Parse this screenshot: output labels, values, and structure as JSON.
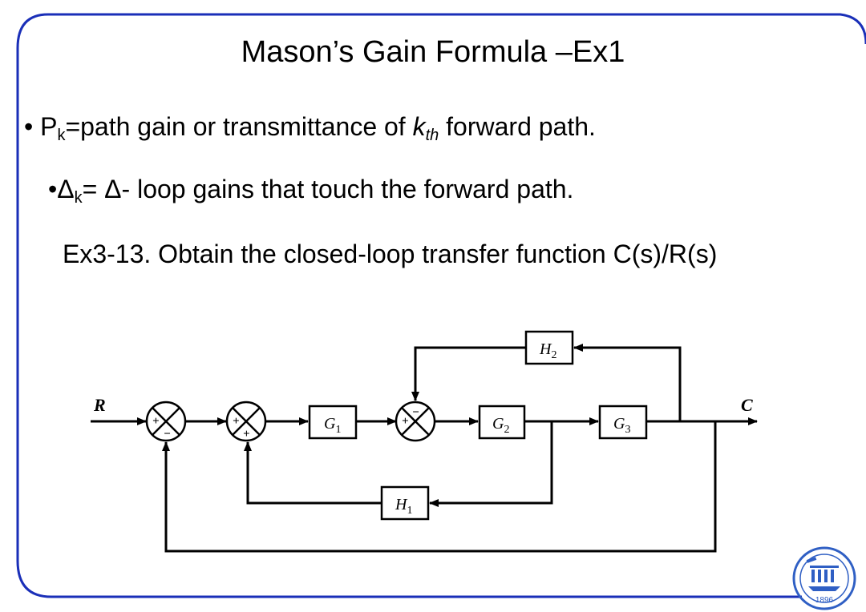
{
  "slide": {
    "title": "Mason’s Gain Formula –Ex1",
    "bullets": [
      {
        "marker": "•",
        "symbol": "P",
        "sub": "k",
        "text_before": "=path gain or transmittance of ",
        "italic": "k",
        "italic_sub": "th",
        "text_after": " forward path."
      },
      {
        "marker": "•",
        "symbol": "Δ",
        "sub": "k",
        "text": "= Δ- loop gains that touch the forward path."
      }
    ],
    "problem_text": "Ex3-13. Obtain the closed-loop transfer function C(s)/R(s)"
  },
  "diagram": {
    "input_label": "R",
    "output_label": "C",
    "blocks": {
      "g1": "G",
      "g1_sub": "1",
      "g2": "G",
      "g2_sub": "2",
      "g3": "G",
      "g3_sub": "3",
      "h1": "H",
      "h1_sub": "1",
      "h2": "H",
      "h2_sub": "2"
    },
    "signs": {
      "sj1_in": "+",
      "sj1_fb": "−",
      "sj2_in": "+",
      "sj2_fb": "+",
      "sj3_in": "+",
      "sj3_fb": "−"
    }
  },
  "colors": {
    "frame_border": "#1a2fb8",
    "logo": "#2f5fc4"
  },
  "icons": {
    "logo": "university-seal-icon"
  },
  "logo_text": "1896"
}
